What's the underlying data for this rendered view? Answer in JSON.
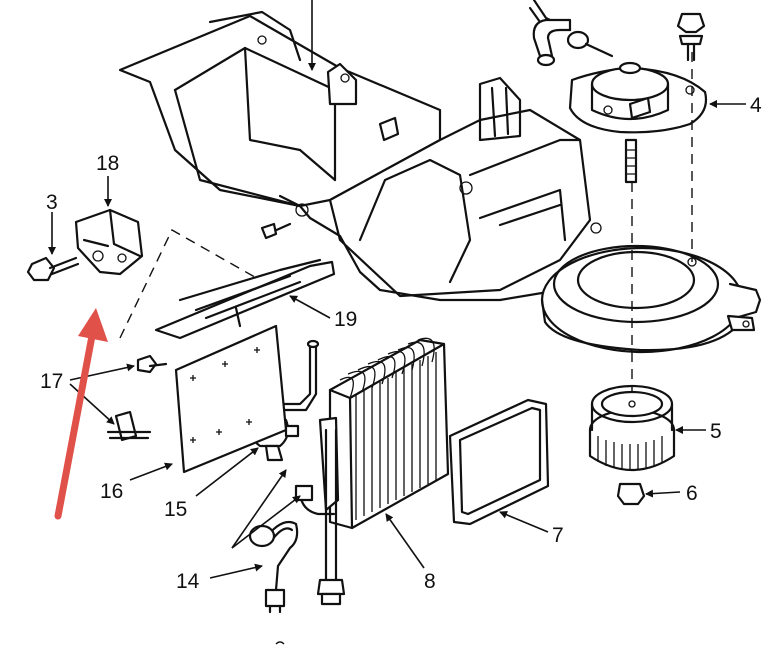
{
  "callouts": {
    "c3": "3",
    "c18": "18",
    "c17": "17",
    "c16": "16",
    "c15": "15",
    "c14": "14",
    "c19": "19",
    "c8": "8",
    "c7": "7",
    "c5": "5",
    "c6": "6",
    "c4": "4"
  },
  "annotation": {
    "arrow_color": "#e0514a"
  }
}
